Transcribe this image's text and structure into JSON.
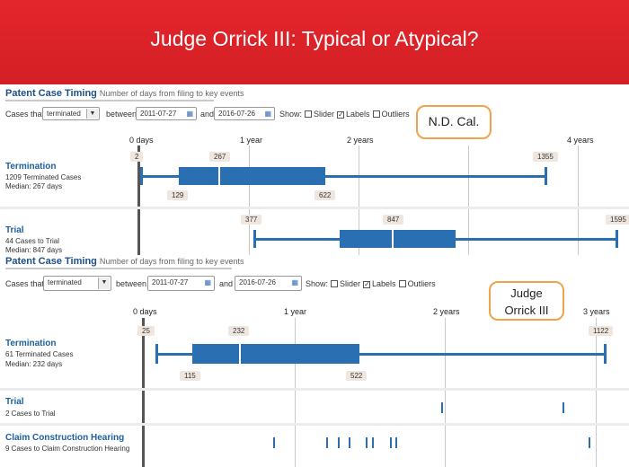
{
  "slide": {
    "title": "Judge Orrick III: Typical or Atypical?"
  },
  "top": {
    "header_title": "Patent Case Timing",
    "header_sub": "Number of days from filing to key events",
    "controls": {
      "cases_that": "Cases that",
      "status": "terminated",
      "between": "between",
      "start_date": "2011-07-27",
      "and": "and",
      "end_date": "2016-07-26",
      "show": "Show:",
      "slider": "Slider",
      "labels": "Labels",
      "outliers": "Outliers"
    },
    "axis": {
      "zero": "0 days",
      "y1": "1 year",
      "y2": "2 years",
      "y4": "4 years"
    },
    "callout": "N.D. Cal.",
    "termination": {
      "title": "Termination",
      "count": "1209 Terminated Cases",
      "median_text": "Median: 267 days",
      "min": "2",
      "median": "267",
      "max": "1355",
      "q1": "129",
      "q3": "622"
    },
    "trial": {
      "title": "Trial",
      "count": "44 Cases to Trial",
      "median_text": "Median: 847 days",
      "min": "377",
      "median": "847",
      "max": "1595"
    }
  },
  "bottom": {
    "header_title": "Patent Case Timing",
    "header_sub": "Number of days from filing to key events",
    "controls": {
      "cases_that": "Cases that",
      "status": "terminated",
      "between": "between",
      "start_date": "2011-07-27",
      "and": "and",
      "end_date": "2016-07-26",
      "show": "Show:",
      "slider": "Slider",
      "labels": "Labels",
      "outliers": "Outliers"
    },
    "axis": {
      "zero": "0 days",
      "y1": "1 year",
      "y2": "2 years",
      "y3": "3 years"
    },
    "callout_line1": "Judge",
    "callout_line2": "Orrick III",
    "termination": {
      "title": "Termination",
      "count": "61 Terminated Cases",
      "median_text": "Median: 232 days",
      "min": "25",
      "median": "232",
      "max": "1122",
      "q1": "115",
      "q3": "522"
    },
    "trial": {
      "title": "Trial",
      "count": "2 Cases to Trial"
    },
    "claim": {
      "title": "Claim Construction Hearing",
      "count": "9 Cases to Claim Construction Hearing"
    }
  },
  "colors": {
    "banner": "#d21f25",
    "accent": "#2b6fb3",
    "callout_border": "#f0a34a"
  }
}
